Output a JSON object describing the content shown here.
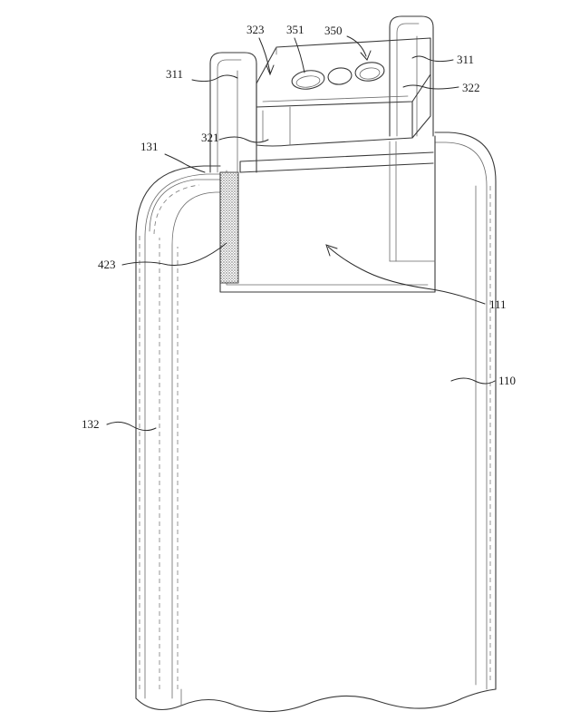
{
  "labels": {
    "l311a": "311",
    "l311b": "311",
    "l323": "323",
    "l351": "351",
    "l350": "350",
    "l322": "322",
    "l321": "321",
    "l131": "131",
    "l423": "423",
    "l111": "111",
    "l110": "110",
    "l132": "132"
  }
}
